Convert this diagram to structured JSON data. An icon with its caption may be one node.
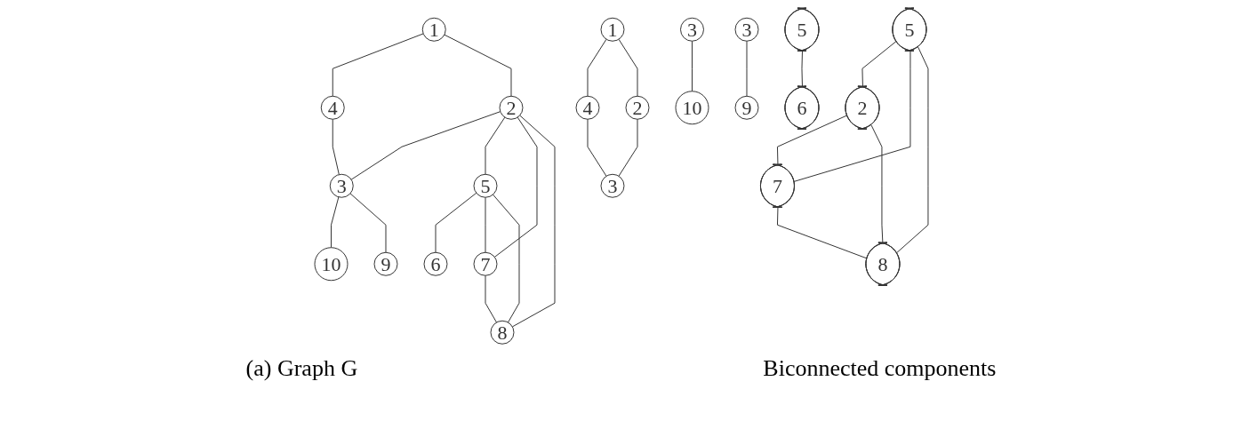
{
  "diagram": {
    "nodes": [
      {
        "text": [
          "6"
        ]
      },
      {
        "text": [
          "1"
        ]
      },
      {
        "text": [
          "5"
        ]
      },
      {
        "text": [
          "4"
        ]
      },
      {
        "text": [
          "2"
        ]
      },
      {
        "text": [
          "7"
        ]
      },
      {
        "text": [
          "3"
        ]
      },
      {
        "text": [
          "8"
        ]
      },
      {
        "text": [
          "10"
        ]
      },
      {
        "text": [
          "9"
        ]
      },
      {
        "text": [
          "1"
        ]
      },
      {
        "text": [
          "4"
        ]
      },
      {
        "text": [
          "2"
        ]
      },
      {
        "text": [
          "3"
        ]
      },
      {
        "text": [
          "3"
        ]
      },
      {
        "text": [
          "3"
        ]
      },
      {
        "text": [
          "10"
        ]
      },
      {
        "text": [
          "9"
        ]
      },
      {
        "text": [
          "6"
        ]
      },
      {
        "text": [
          "5"
        ]
      },
      {
        "text": [
          "5"
        ]
      },
      {
        "text": [
          "2"
        ]
      },
      {
        "text": [
          "7"
        ]
      },
      {
        "text": [
          "8"
        ]
      }
    ],
    "edges": [
      {
        "from": 1,
        "to": 3,
        "arrow": "none"
      },
      {
        "from": 1,
        "to": 4,
        "arrow": "none"
      },
      {
        "from": 3,
        "to": 6,
        "arrow": "none"
      },
      {
        "from": 4,
        "to": 6,
        "arrow": "none"
      },
      {
        "from": 4,
        "to": 2,
        "arrow": "none"
      },
      {
        "from": 4,
        "to": 5,
        "arrow": "none"
      },
      {
        "from": 4,
        "to": 7,
        "arrow": "none"
      },
      {
        "from": 2,
        "to": 0,
        "arrow": "none"
      },
      {
        "from": 2,
        "to": 5,
        "arrow": "none"
      },
      {
        "from": 2,
        "to": 7,
        "arrow": "none"
      },
      {
        "from": 5,
        "to": 7,
        "arrow": "none"
      },
      {
        "from": 6,
        "to": 8,
        "arrow": "none"
      },
      {
        "from": 6,
        "to": 9,
        "arrow": "none"
      },
      {
        "from": 10,
        "to": 11,
        "arrow": "none"
      },
      {
        "from": 10,
        "to": 12,
        "arrow": "none"
      },
      {
        "from": 11,
        "to": 13,
        "arrow": "none"
      },
      {
        "from": 12,
        "to": 13,
        "arrow": "none"
      },
      {
        "from": 14,
        "to": 16,
        "arrow": "none"
      },
      {
        "from": 15,
        "to": 17,
        "arrow": "none"
      },
      {
        "from": 19,
        "to": 18,
        "arrow": "none"
      },
      {
        "from": 20,
        "to": 21,
        "arrow": "none"
      },
      {
        "from": 20,
        "to": 22,
        "arrow": "none"
      },
      {
        "from": 20,
        "to": 23,
        "arrow": "none"
      },
      {
        "from": 21,
        "to": 22,
        "arrow": "none"
      },
      {
        "from": 21,
        "to": 23,
        "arrow": "none"
      },
      {
        "from": 22,
        "to": 23,
        "arrow": "none"
      }
    ],
    "labels": [
      "(a) Graph G",
      "Biconnected components"
    ]
  }
}
